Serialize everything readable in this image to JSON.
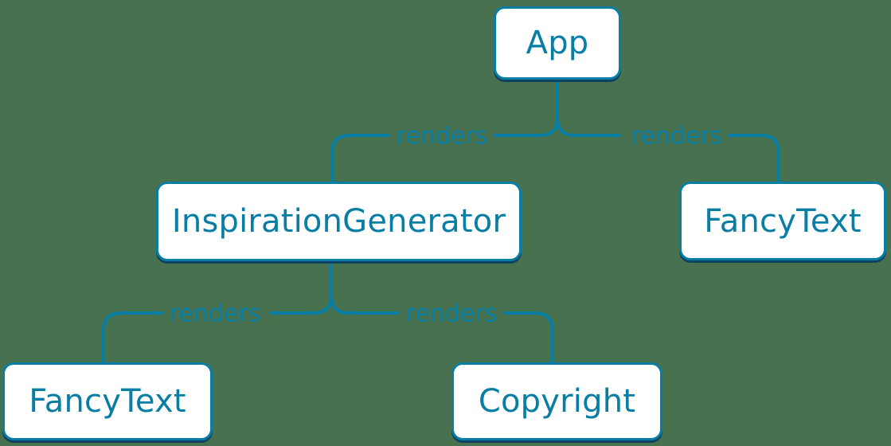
{
  "colors": {
    "background": "#47714F",
    "line": "#087ea4",
    "node_fill": "#ffffff",
    "node_border": "#087ea4",
    "node_text": "#087ea4",
    "edge_label": "#087ea4",
    "shadow": "#0d4261"
  },
  "nodes": {
    "app": {
      "label": "App"
    },
    "inspiration_generator": {
      "label": "InspirationGenerator"
    },
    "fancy_text_top": {
      "label": "FancyText"
    },
    "fancy_text_bottom": {
      "label": "FancyText"
    },
    "copyright": {
      "label": "Copyright"
    }
  },
  "edges": {
    "app_to_inspiration_generator": {
      "label": "renders"
    },
    "app_to_fancy_text": {
      "label": "renders"
    },
    "inspiration_generator_to_fancy_text": {
      "label": "renders"
    },
    "inspiration_generator_to_copyright": {
      "label": "renders"
    }
  }
}
